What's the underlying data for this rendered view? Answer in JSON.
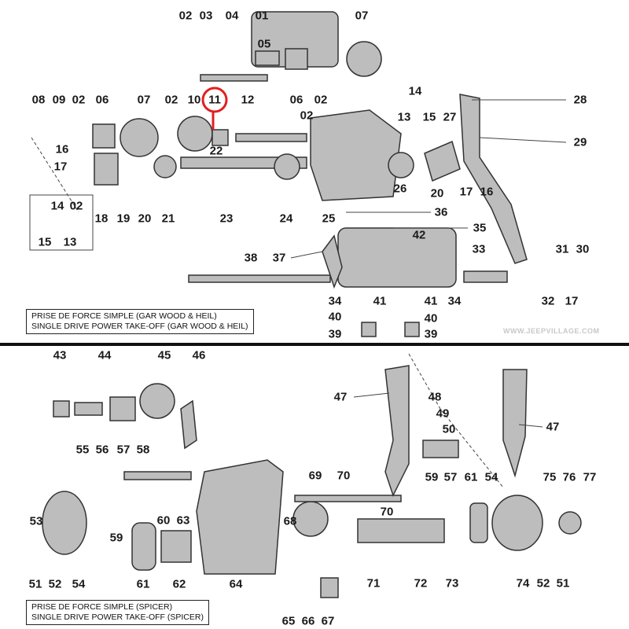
{
  "watermark": "WWW.JEEPVILLAGE.COM",
  "top": {
    "caption_line1": "PRISE DE FORCE SIMPLE (GAR WOOD & HEIL)",
    "caption_line2": "SINGLE DRIVE POWER TAKE-OFF (GAR WOOD & HEIL)",
    "highlighted_part": "11",
    "highlight_color": "#e02020",
    "labels": [
      "02",
      "03",
      "04",
      "01",
      "07",
      "05",
      "06",
      "02",
      "14",
      "08",
      "09",
      "02",
      "06",
      "07",
      "02",
      "10",
      "11",
      "12",
      "02",
      "13",
      "15",
      "27",
      "28",
      "29",
      "16",
      "17",
      "22",
      "26",
      "20",
      "17",
      "16",
      "14",
      "02",
      "15",
      "13",
      "18",
      "19",
      "20",
      "21",
      "23",
      "24",
      "25",
      "36",
      "35",
      "42",
      "33",
      "31",
      "30",
      "38",
      "37",
      "34",
      "41",
      "41",
      "34",
      "32",
      "17",
      "40",
      "40",
      "39",
      "39"
    ]
  },
  "bottom": {
    "caption_line1": "PRISE DE FORCE SIMPLE (SPICER)",
    "caption_line2": "SINGLE DRIVE POWER TAKE-OFF (SPICER)",
    "labels": [
      "43",
      "44",
      "45",
      "46",
      "47",
      "48",
      "49",
      "50",
      "47",
      "55",
      "56",
      "57",
      "58",
      "69",
      "70",
      "59",
      "57",
      "61",
      "54",
      "75",
      "76",
      "77",
      "70",
      "53",
      "59",
      "60",
      "63",
      "68",
      "51",
      "52",
      "54",
      "61",
      "62",
      "64",
      "71",
      "72",
      "73",
      "74",
      "52",
      "51",
      "65",
      "66",
      "67"
    ]
  }
}
